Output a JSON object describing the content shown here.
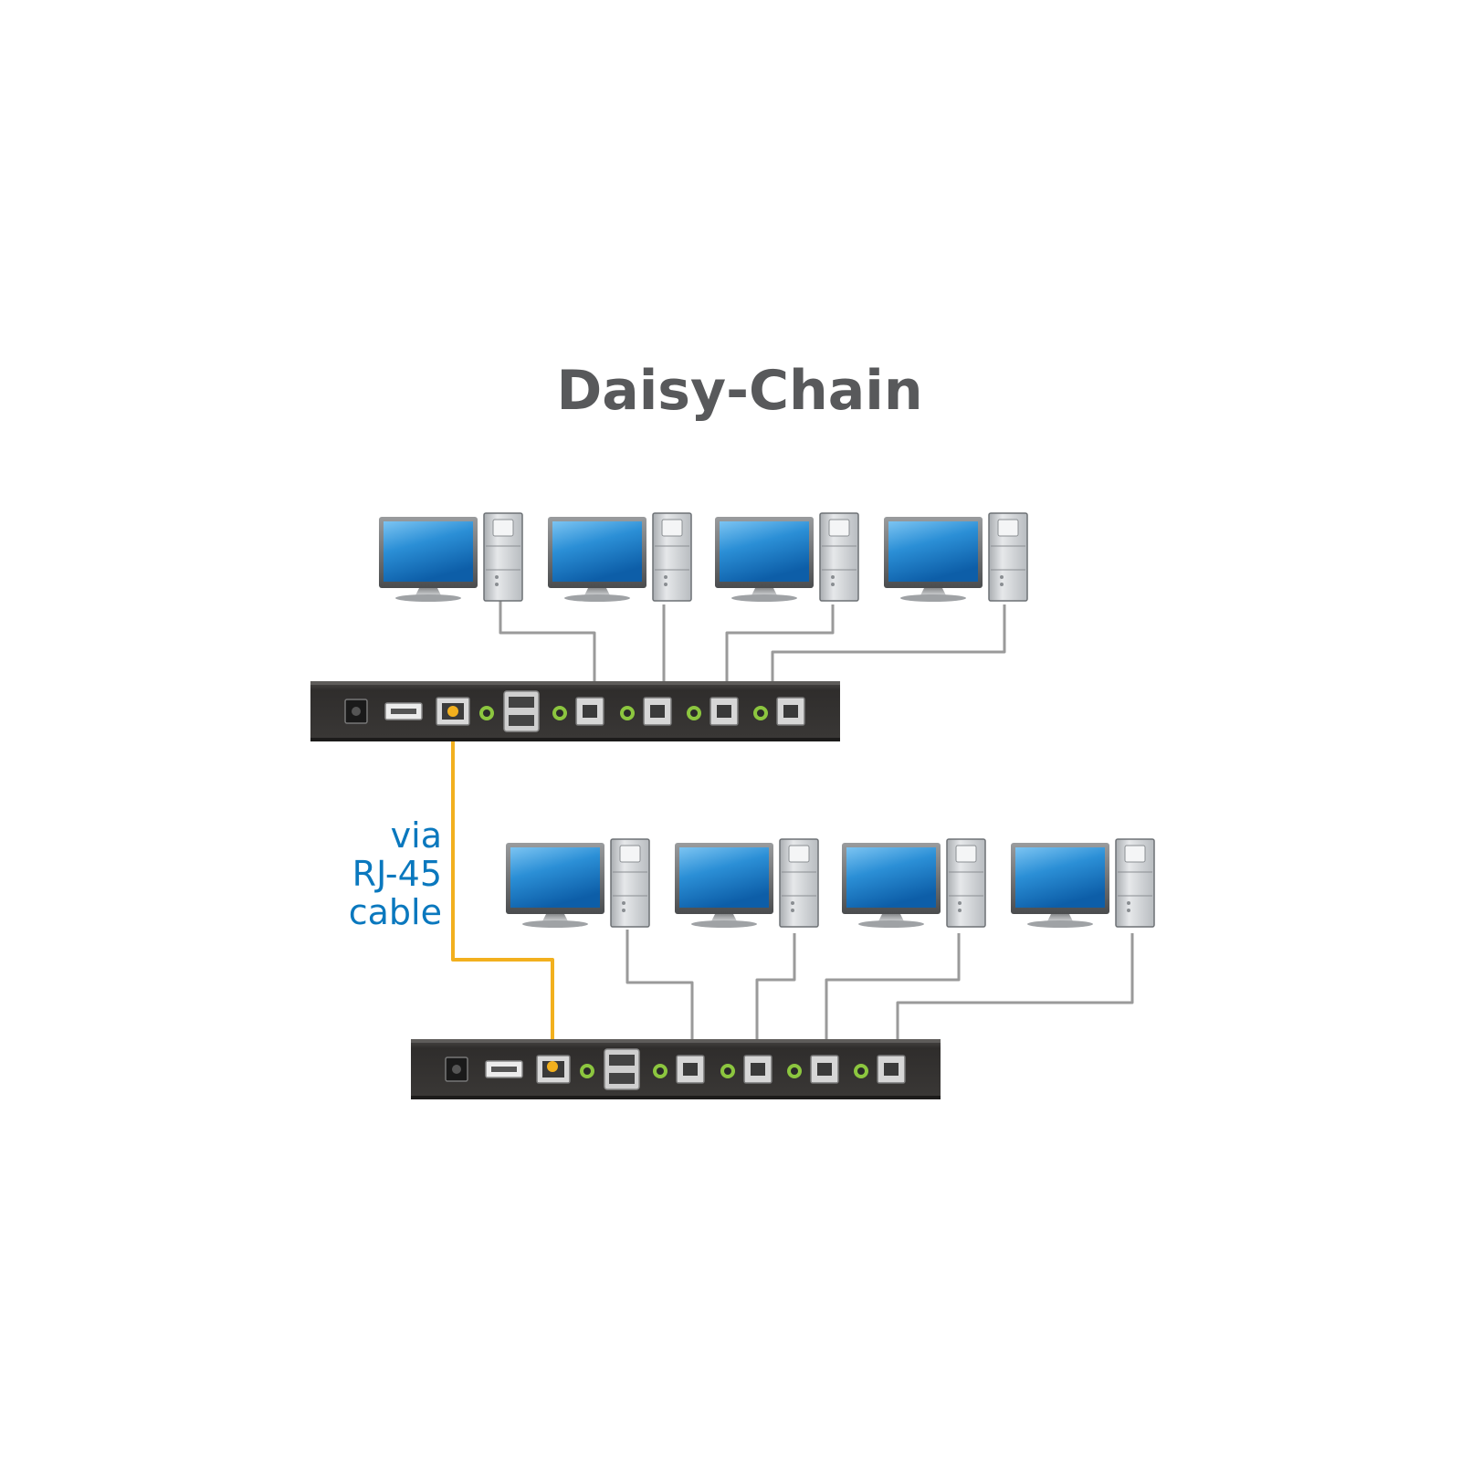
{
  "title": "Daisy-Chain",
  "cable_label": {
    "lines": [
      "via",
      "RJ-45",
      "cable"
    ]
  },
  "colors": {
    "title": "#58595b",
    "cable_label": "#0a78be",
    "rj45_cable": "#f2b01e",
    "usb_cable": "#9a9a9a",
    "switch_body": "#2e2c2b",
    "port_ring": "#8cc63f",
    "monitor_screen": "#2b8fd6",
    "tower": "#cfd3d6"
  },
  "icons": {
    "computer": "desktop-computer-icon",
    "switch": "kvm-switch-icon",
    "power_jack": "dc-power-jack-icon",
    "usb_a_port": "usb-a-port-icon",
    "rj45_port": "rj45-port-icon",
    "usb_b_port": "usb-b-port-icon",
    "audio_jack": "audio-jack-icon"
  },
  "switch_units": [
    {
      "id": "switch-1",
      "computers": 4,
      "computer_ports": 4,
      "rj45_cable_connected": true
    },
    {
      "id": "switch-2",
      "computers": 4,
      "computer_ports": 4,
      "rj45_cable_connected": true
    }
  ]
}
